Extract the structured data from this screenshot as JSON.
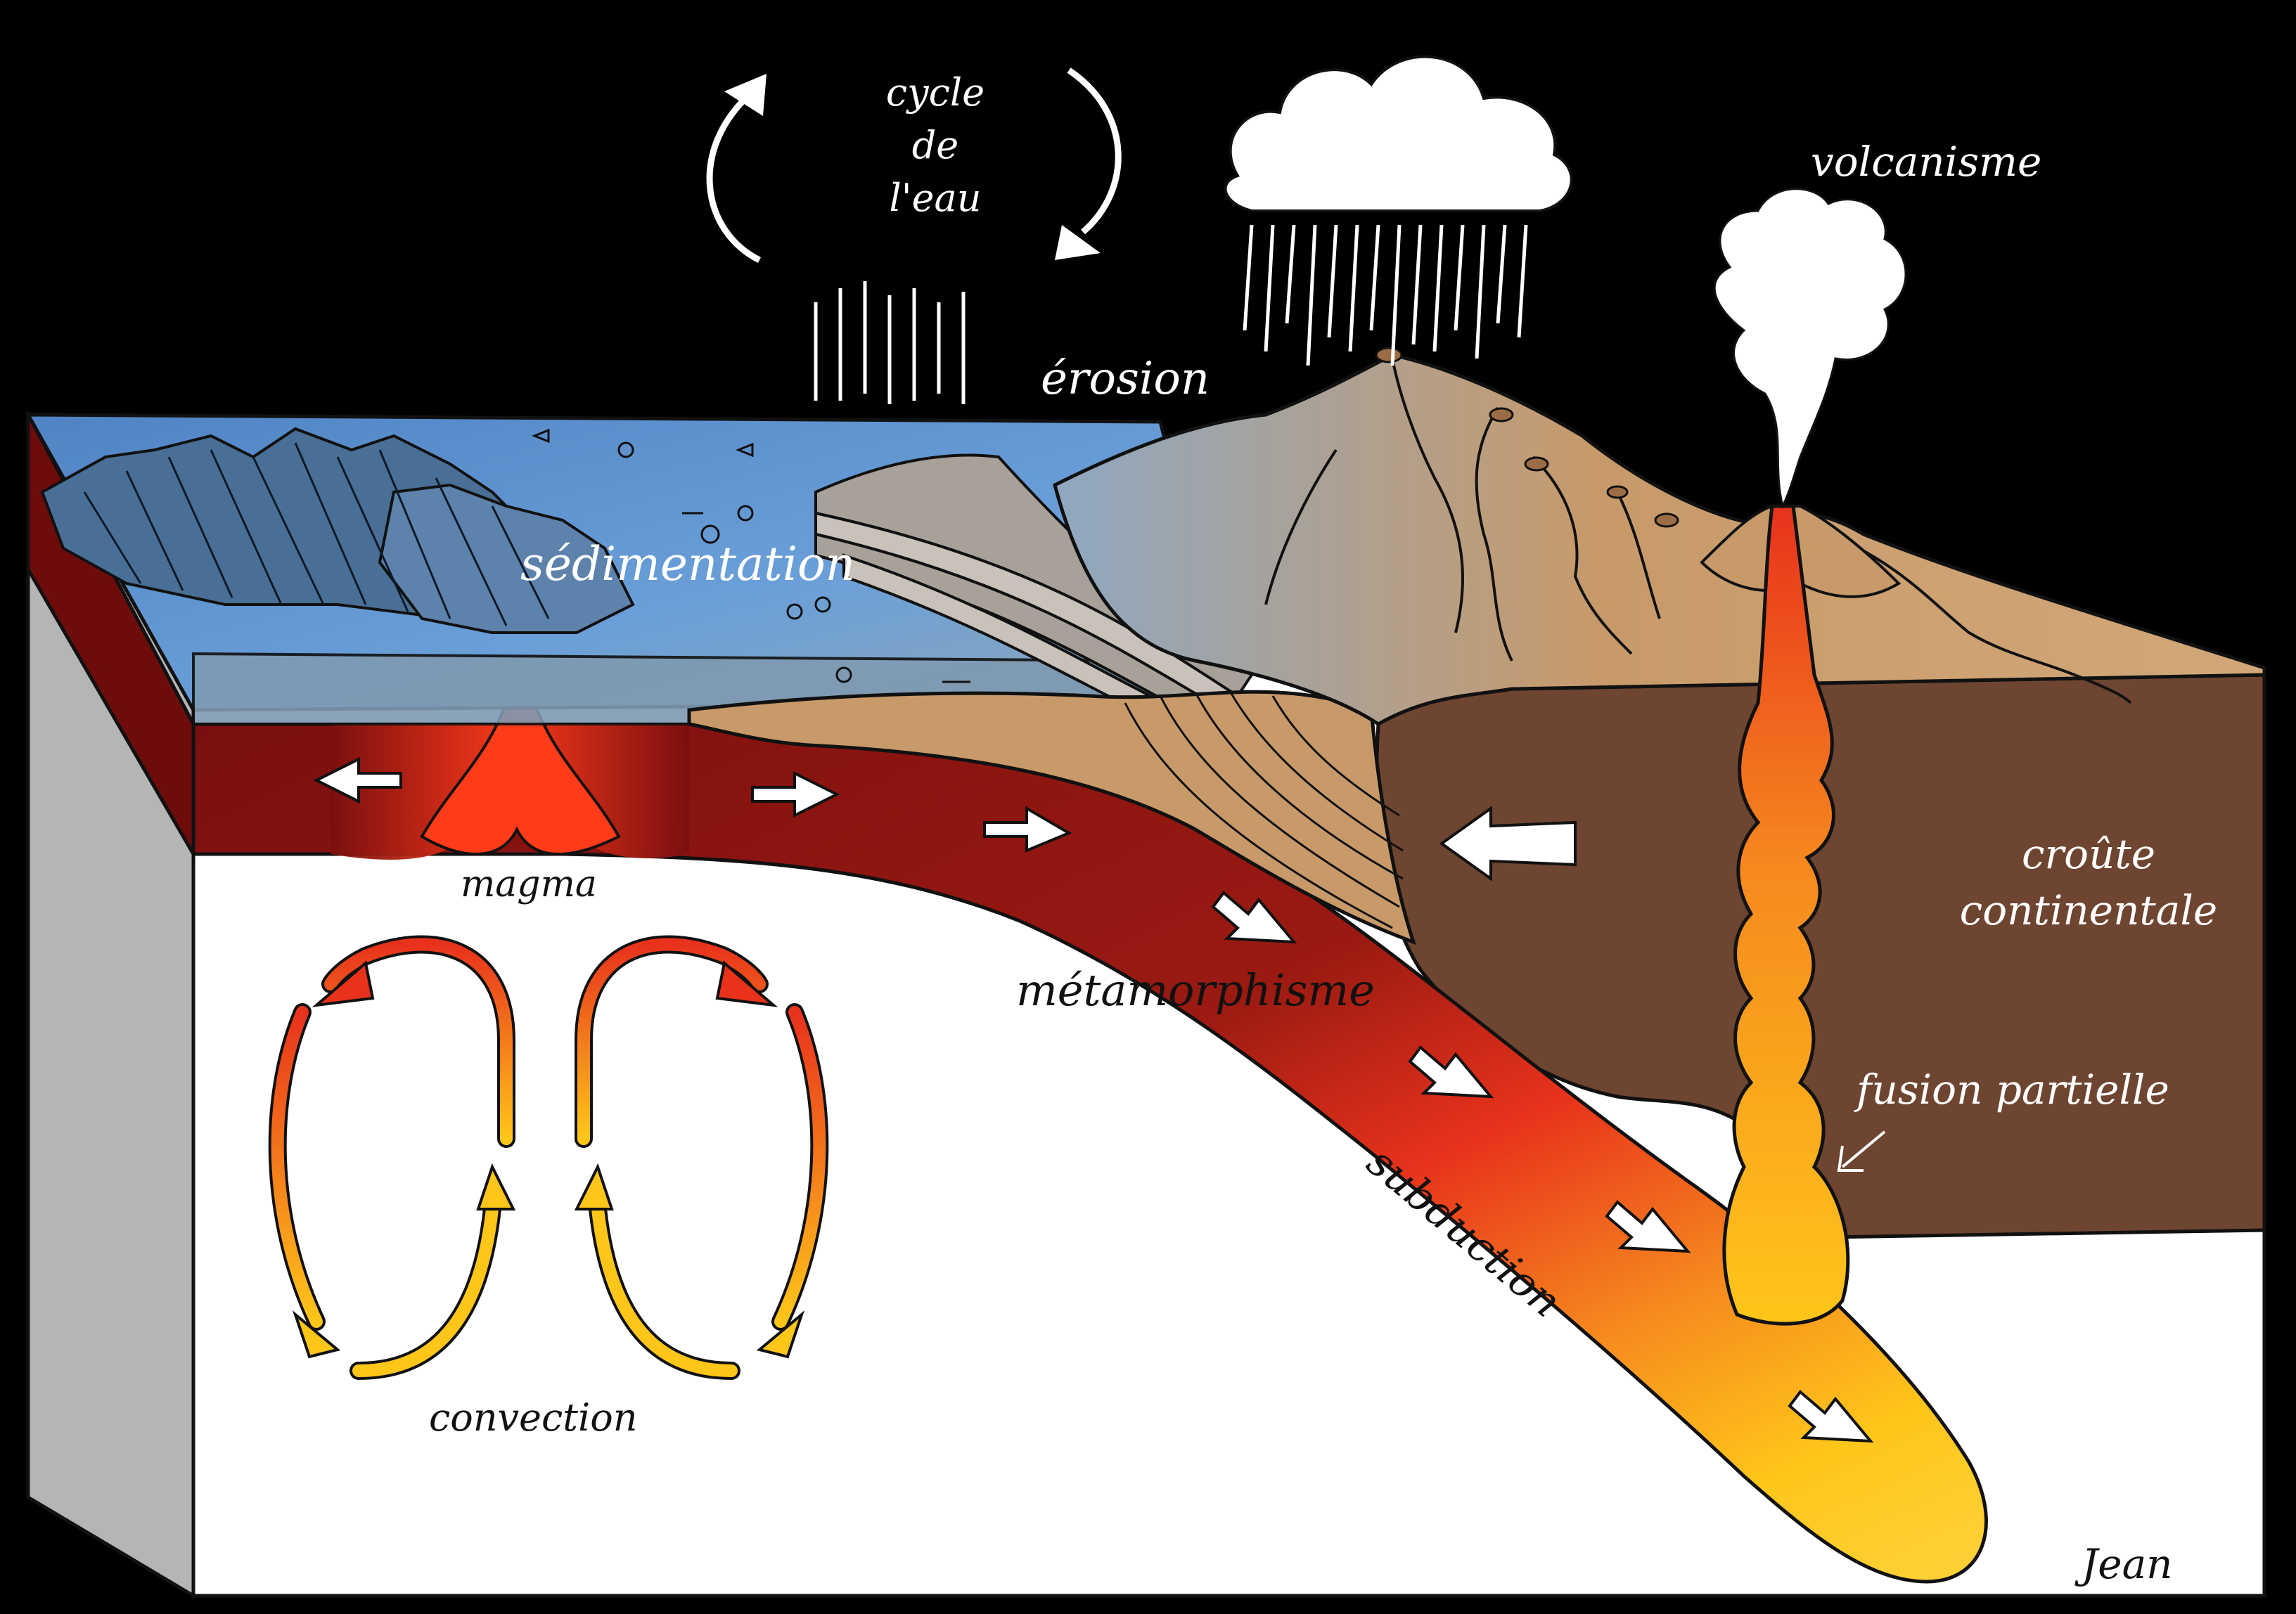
{
  "labels": {
    "water_cycle": [
      "cycle",
      "de",
      "l'eau"
    ],
    "erosion": "érosion",
    "volcanism": "volcanisme",
    "sedimentation": "sédimentation",
    "magma": "magma",
    "metamorphism": "métamorphisme",
    "subduction": "subduction",
    "continental_crust": [
      "croûte",
      "continentale"
    ],
    "partial_fusion": "fusion partielle",
    "convection": "convection",
    "signature": "Jean"
  },
  "colors": {
    "background": "#000000",
    "ocean": "#6a9fd8",
    "oceanic_crust": "#7a0f0f",
    "magma_red": "#e8321c",
    "magma_orange": "#f68a1e",
    "magma_yellow": "#ffc61a",
    "mountain_tan": "#c89a6a",
    "continental_brown": "#6e4530",
    "mantle": "#ffffff",
    "block_side": "#b5b5b5"
  }
}
